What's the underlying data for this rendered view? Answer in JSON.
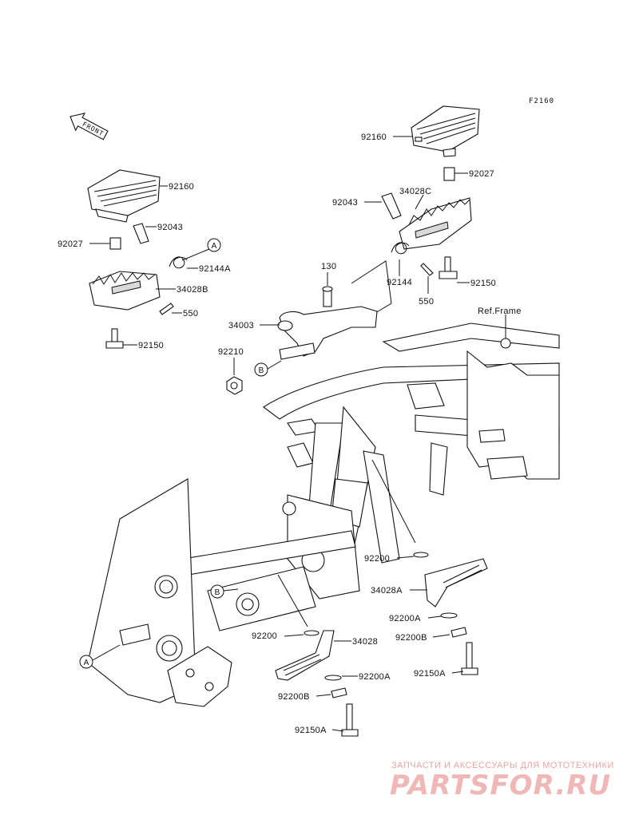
{
  "figure_code": "F2160",
  "front_marker": "FRONT",
  "ref_frame": "Ref.Frame",
  "circle_refs": {
    "a": "A",
    "b": "B"
  },
  "labels": {
    "l_92160": "92160",
    "l_92043": "92043",
    "l_92027": "92027",
    "l_92144A": "92144A",
    "l_34028B": "34028B",
    "l_550": "550",
    "l_92150": "92150",
    "r_92160": "92160",
    "r_92027": "92027",
    "r_92043": "92043",
    "r_34028C": "34028C",
    "r_92144": "92144",
    "r_92150": "92150",
    "r_550": "550",
    "p_130": "130",
    "p_34003": "34003",
    "p_92210": "92210",
    "s_92200_a": "92200",
    "s_34028A": "34028A",
    "s_92200A_a": "92200A",
    "s_92200B_a": "92200B",
    "s_92150A_a": "92150A",
    "s_92200_b": "92200",
    "s_34028": "34028",
    "s_92200A_b": "92200A",
    "s_92200B_b": "92200B",
    "s_92150A_b": "92150A"
  },
  "watermark": {
    "caption": "ЗАПЧАСТИ И АКСЕССУАРЫ ДЛЯ МОТОТЕХНИКИ",
    "brand": "PARTSFOR.RU"
  }
}
